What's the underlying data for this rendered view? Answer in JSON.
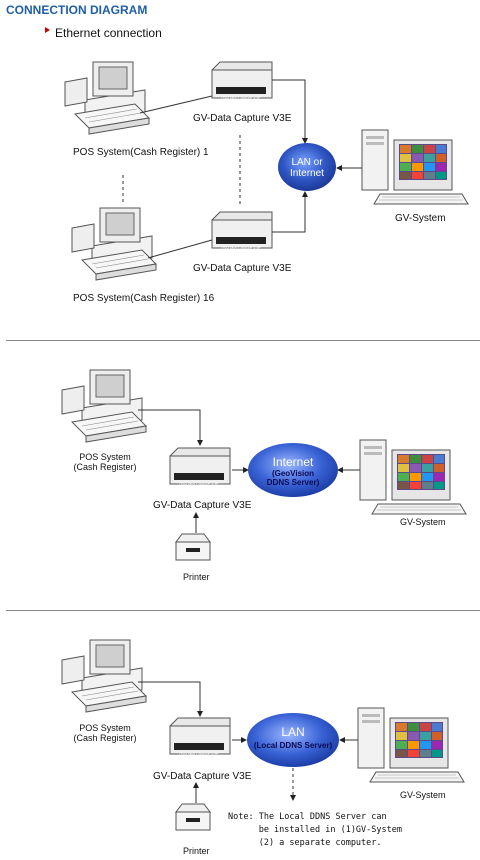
{
  "header": {
    "title": "CONNECTION DIAGRAM",
    "subtitle": "Ethernet connection"
  },
  "diagram1": {
    "pos1": "POS System(Cash Register) 1",
    "pos16": "POS System(Cash Register) 16",
    "capture1": "GV-Data Capture V3E",
    "capture2": "GV-Data Capture V3E",
    "device_label": "GV-Data Capture V3E",
    "cloud_line1": "LAN or",
    "cloud_line2": "Internet",
    "gvsystem": "GV-System"
  },
  "diagram2": {
    "pos_line1": "POS System",
    "pos_line2": "(Cash Register)",
    "capture": "GV-Data Capture V3E",
    "device_label": "GV-Data Capture V3E",
    "cloud_line1": "Internet",
    "cloud_line2": "(GeoVision",
    "cloud_line3": "DDNS Server)",
    "gvsystem": "GV-System",
    "printer": "Printer"
  },
  "diagram3": {
    "pos_line1": "POS System",
    "pos_line2": "(Cash Register)",
    "capture": "GV-Data Capture V3E",
    "device_label": "GV-Data Capture V3E",
    "cloud_line1": "LAN",
    "cloud_line2": "(Local DDNS Server)",
    "gvsystem": "GV-System",
    "printer": "Printer",
    "note_line1": "Note: The Local DDNS Server can",
    "note_line2": "      be installed in (1)GV-System",
    "note_line3": "      (2) a separate computer."
  },
  "colors": {
    "title": "#1f5fa6",
    "cloud": "#2f56c4",
    "cloud_text": "#ffffff",
    "cloud_text2": "#1a1a6e"
  }
}
